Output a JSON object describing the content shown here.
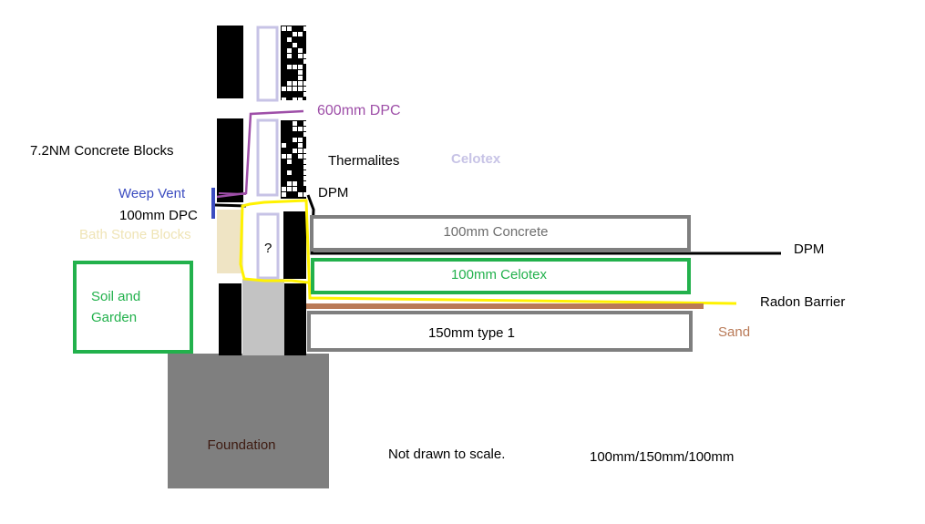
{
  "labels": {
    "dpc_600": "600mm DPC",
    "concrete_blocks": "7.2NM Concrete Blocks",
    "thermalites": "Thermalites",
    "celotex_wall": "Celotex",
    "weep_vent": "Weep Vent",
    "dpm_upper": "DPM",
    "dpc_100": "100mm DPC",
    "bath_stone": "Bath Stone Blocks",
    "unknown": "?",
    "concrete_slab": "100mm Concrete",
    "dpm_right": "DPM",
    "celotex_floor": "100mm Celotex",
    "soil_line1": "Soil and",
    "soil_line2": "Garden",
    "radon": "Radon Barrier",
    "type1": "150mm type 1",
    "sand": "Sand",
    "foundation": "Foundation",
    "note": "Not drawn to scale.",
    "dims": "100mm/150mm/100mm"
  },
  "colors": {
    "dpc_600": "#9e4fa8",
    "celotex_wall": "#c7c3e6",
    "weep_vent": "#3b4cc0",
    "bath_stone": "#efe4b6",
    "bath_stone_block": "#efe4c4",
    "concrete_box": "#7f7f7f",
    "concrete_text": "#6d6d6d",
    "celotex_floor": "#22b14c",
    "radon": "#fff200",
    "sand": "#b97a57",
    "foundation": "#7f7f7f",
    "foundation_text": "#3d1a10",
    "cavity_fill": "#c3c3c3",
    "dark": "#000000"
  }
}
